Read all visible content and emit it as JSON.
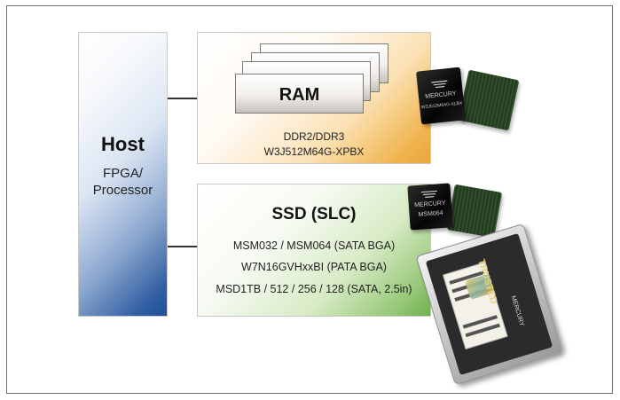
{
  "host": {
    "title": "Host",
    "subtitle_line1": "FPGA/",
    "subtitle_line2": "Processor"
  },
  "ram": {
    "label": "RAM",
    "line1": "DDR2/DDR3",
    "line2": "W3J512M64G-XPBX",
    "chip_text": "W3J512M64G-XLBX",
    "chip_brand": "MERCURY"
  },
  "ssd": {
    "title": "SSD (SLC)",
    "lines": [
      "MSM032 / MSM064 (SATA BGA)",
      "W7N16GVHxxBI (PATA BGA)",
      "MSD1TB / 512 / 256 / 128 (SATA, 2.5in)"
    ],
    "chip_text": "MSM064",
    "chip_brand": "MERCURY",
    "drive_brand": "TRUSTED",
    "drive_side": "MERCURY"
  },
  "colors": {
    "host_gradient_end": "#214f96",
    "ram_gradient_end": "#e9a43a",
    "ssd_gradient_end": "#6fb04d",
    "frame_border": "#6f6f6f"
  }
}
